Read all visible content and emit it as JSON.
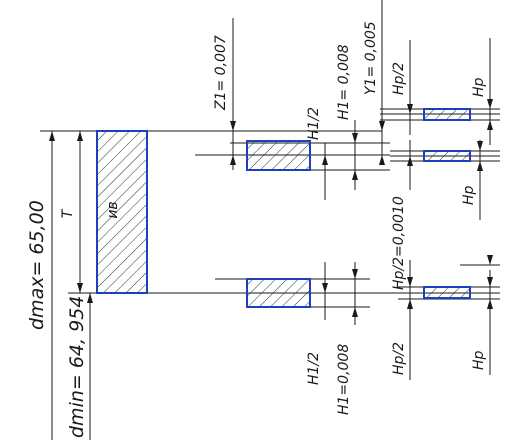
{
  "labels": {
    "dmax": "dmax= 65,00",
    "dmin": "dmin= 64, 954",
    "T": "T",
    "ir": "ив",
    "Z1": "Z1= 0,007",
    "H1half_top": "H1/2",
    "H1_top": "H1= 0,008",
    "Y1": "Y1= 0,005",
    "Hp2_top": "Hp/2",
    "Hp_top": "Hp",
    "Hp_mid": "Hp",
    "Hp2_mid": "Hp/2=0,0010",
    "H1half_bot": "H1/2",
    "H1_bot": "H1=0,008",
    "Hp2_bot": "Hp/2",
    "Hp_bot": "Hp"
  },
  "colors": {
    "line": "#1a1a1a",
    "box": "#1f3fbf"
  }
}
